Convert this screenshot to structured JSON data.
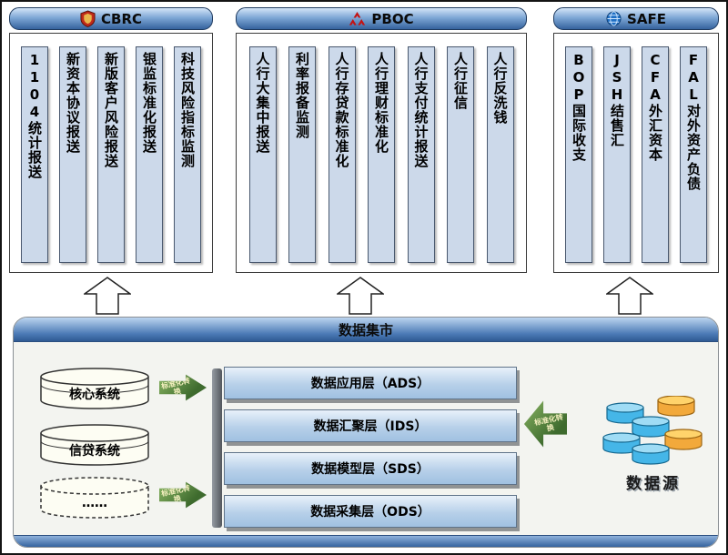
{
  "panels": [
    {
      "title": "CBRC",
      "icon": "shield-icon",
      "columns": [
        "1104统计报送",
        "新资本协议报送",
        "新版客户风险报送",
        "银监标准化报送",
        "科技风险指标监测"
      ]
    },
    {
      "title": "PBOC",
      "icon": "pboc-emblem-icon",
      "columns": [
        "人行大集中报送",
        "利率报备监测",
        "人行存贷款标准化",
        "人行理财标准化",
        "人行支付统计报送",
        "人行征信",
        "人行反洗钱"
      ]
    },
    {
      "title": "SAFE",
      "icon": "globe-icon",
      "columns": [
        "BOP国际收支",
        "JSH结售汇",
        "CFA外汇资本",
        "FAL对外资产负债"
      ]
    }
  ],
  "datamart": {
    "title": "数据集市",
    "layers": [
      "数据应用层（ADS）",
      "数据汇聚层（IDS）",
      "数据模型层（SDS）",
      "数据采集层（ODS）"
    ],
    "sources": [
      {
        "label": "核心系统",
        "style": "solid"
      },
      {
        "label": "信贷系统",
        "style": "solid"
      },
      {
        "label": "……",
        "style": "dashed"
      }
    ],
    "transform_label": "标准化转换",
    "datasource_label": "数据源"
  },
  "colors": {
    "header_blue": "#4a79b5",
    "column_fill": "#ccd9ea",
    "layer_fill": "#b7d0e9",
    "arrow_green": "#3e6b2e",
    "datasource_blue": "#45b6e8",
    "datasource_orange": "#f2a93b"
  }
}
